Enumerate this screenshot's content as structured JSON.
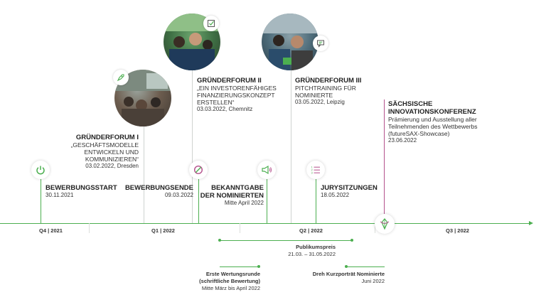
{
  "colors": {
    "accent_green": "#4caf50",
    "accent_pink": "#b4508c"
  },
  "axis": {
    "quarters": [
      "Q4 | 2021",
      "Q1 | 2022",
      "Q2 | 2022",
      "Q3 | 2022"
    ]
  },
  "events": {
    "bewerbungsstart": {
      "title": "BEWERBUNGSSTART",
      "date": "30.11.2021",
      "icon": "power-icon"
    },
    "forum1": {
      "title": "GRÜNDERFORUM I",
      "sub1": "„GESCHÄFTSMODELLE",
      "sub2": "ENTWICKELN UND",
      "sub3": "KOMMUNIZIEREN“",
      "date": "03.02.2022, Dresden",
      "icon": "rocket-icon"
    },
    "bewerbungsende": {
      "title": "BEWERBUNGSENDE",
      "date": "09.03.2022",
      "icon": "prohibited-icon"
    },
    "forum2": {
      "title": "GRÜNDERFORUM II",
      "sub1": "„EIN INVESTORENFÄHIGES",
      "sub2": "FINANZIERUNGSKONZEPT",
      "sub3": "ERSTELLEN“",
      "date": "03.03.2022, Chemnitz",
      "icon": "checkbox-icon"
    },
    "bekanntgabe": {
      "title1": "BEKANNTGABE",
      "title2": "DER NOMINIERTEN",
      "date": "Mitte April 2022",
      "icon": "megaphone-icon"
    },
    "forum3": {
      "title": "GRÜNDERFORUM III",
      "sub1": "PITCHTRAINING FÜR",
      "sub2": "NOMINIERTE",
      "date": "03.05.2022, Leipzig",
      "icon": "chat-icon"
    },
    "jury": {
      "title": "JURYSITZUNGEN",
      "date": "18.05.2022",
      "icon": "list-icon"
    },
    "konferenz": {
      "title1": "SÄCHSISCHE",
      "title2": "INNOVATIONSKONFERENZ",
      "sub1": "Prämierung und Ausstellung aller",
      "sub2": "Teilnehmenden des Wettbewerbs",
      "sub3": "(futureSAX-Showcase)",
      "date": "23.06.2022",
      "icon": "trophy-icon"
    }
  },
  "periods": {
    "publikumspreis": {
      "title": "Publikumspreis",
      "date": "21.03. – 31.05.2022"
    },
    "wertungsrunde": {
      "title1": "Erste Wertungsrunde",
      "title2": "(schriftliche Bewertung)",
      "date": "Mitte März bis April 2022"
    },
    "kurzportraet": {
      "title": "Dreh Kurzporträt Nominierte",
      "date": "Juni 2022"
    }
  }
}
